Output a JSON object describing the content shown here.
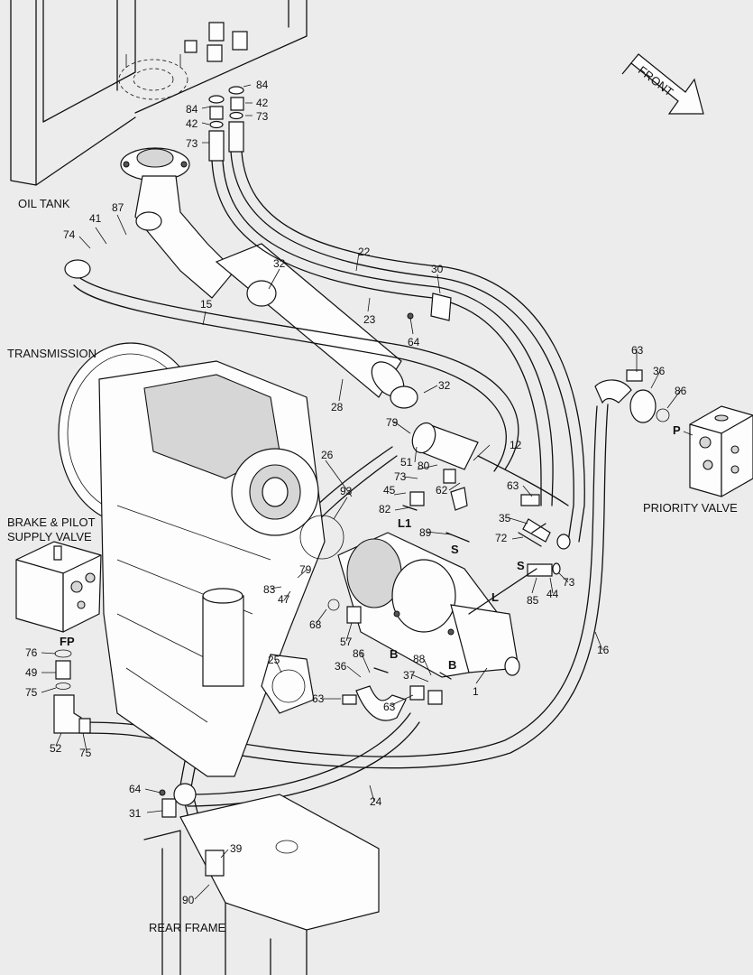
{
  "diagram": {
    "area_labels": [
      {
        "id": "oil-tank",
        "text": "OIL TANK"
      },
      {
        "id": "transmission",
        "text": "TRANSMISSION"
      },
      {
        "id": "brake-pilot-1",
        "text": "BRAKE & PILOT"
      },
      {
        "id": "brake-pilot-2",
        "text": "SUPPLY VALVE"
      },
      {
        "id": "priority-valve",
        "text": "PRIORITY VALVE"
      },
      {
        "id": "rear-frame",
        "text": "REAR FRAME"
      },
      {
        "id": "front",
        "text": "FRONT"
      }
    ],
    "port_labels": [
      "FP",
      "L1",
      "S",
      "S",
      "L",
      "B",
      "B",
      "P"
    ],
    "callouts": [
      "84",
      "42",
      "73",
      "84",
      "42",
      "73",
      "41",
      "87",
      "74",
      "32",
      "22",
      "30",
      "15",
      "23",
      "64",
      "28",
      "32",
      "26",
      "12",
      "79",
      "51",
      "80",
      "73",
      "62",
      "45",
      "82",
      "89",
      "93",
      "63",
      "35",
      "72",
      "36",
      "86",
      "63",
      "79",
      "83",
      "47",
      "68",
      "57",
      "25",
      "86",
      "36",
      "63",
      "88",
      "37",
      "63",
      "1",
      "85",
      "44",
      "73",
      "16",
      "76",
      "49",
      "75",
      "52",
      "75",
      "64",
      "31",
      "24",
      "39",
      "90"
    ]
  }
}
